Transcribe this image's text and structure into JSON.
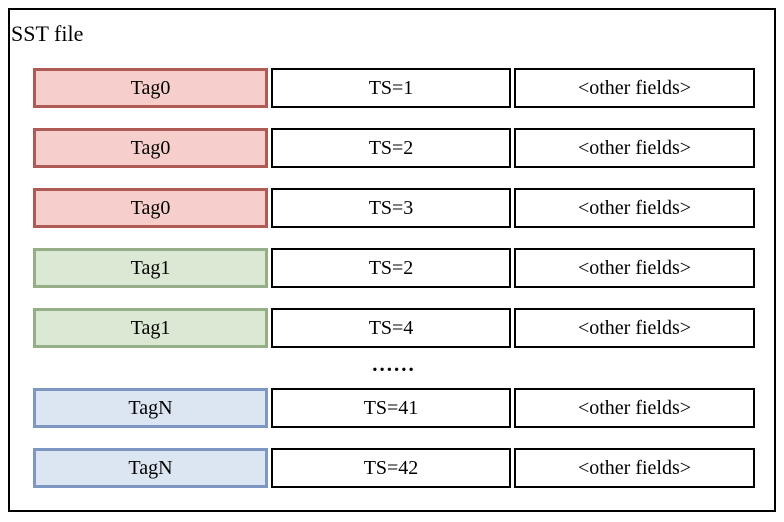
{
  "title": "SST file",
  "separator_label": "......",
  "colors": {
    "red_fill": "#f6cfcc",
    "red_border": "#b05a55",
    "green_fill": "#dae8d4",
    "green_border": "#95ae87",
    "blue_fill": "#dbe6f2",
    "blue_border": "#7e96c2",
    "cell_border": "#000000",
    "frame_border": "#000000"
  },
  "rows": [
    {
      "type": "record",
      "variant": "red",
      "tag": "Tag0",
      "ts": "TS=1",
      "other": "<other fields>"
    },
    {
      "type": "record",
      "variant": "red",
      "tag": "Tag0",
      "ts": "TS=2",
      "other": "<other fields>"
    },
    {
      "type": "record",
      "variant": "red",
      "tag": "Tag0",
      "ts": "TS=3",
      "other": "<other fields>"
    },
    {
      "type": "record",
      "variant": "green",
      "tag": "Tag1",
      "ts": "TS=2",
      "other": "<other fields>"
    },
    {
      "type": "record",
      "variant": "green",
      "tag": "Tag1",
      "ts": "TS=4",
      "other": "<other fields>"
    },
    {
      "type": "ellipsis"
    },
    {
      "type": "record",
      "variant": "blue",
      "tag": "TagN",
      "ts": "TS=41",
      "other": "<other fields>"
    },
    {
      "type": "record",
      "variant": "blue",
      "tag": "TagN",
      "ts": "TS=42",
      "other": "<other fields>"
    }
  ]
}
